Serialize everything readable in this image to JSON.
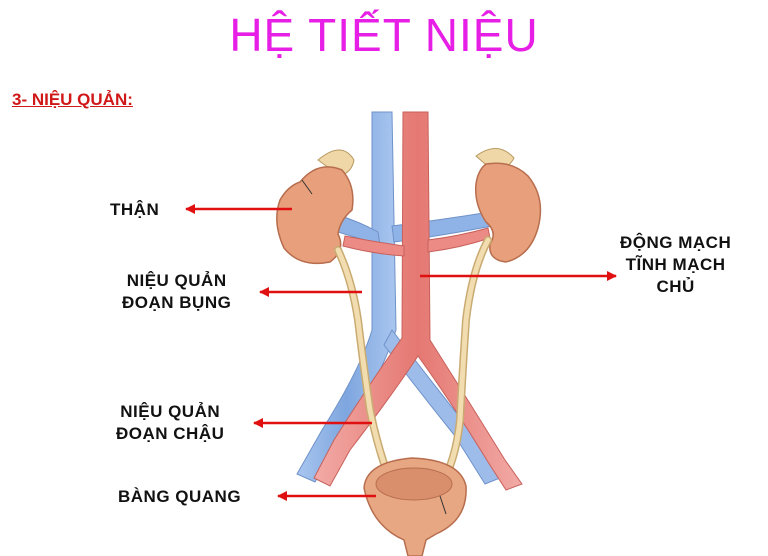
{
  "title": "HỆ TIẾT NIỆU",
  "section_heading": "3- NIỆU QUẢN:",
  "labels": {
    "kidney": "THẬN",
    "ureter_abdominal": [
      "NIỆU QUẢN",
      "ĐOẠN BỤNG"
    ],
    "ureter_pelvic": [
      "NIỆU QUẢN",
      "ĐOẠN CHẬU"
    ],
    "bladder": "BÀNG QUANG",
    "vessels": [
      "ĐỘNG MẠCH",
      "TĨNH MẠCH",
      "CHỦ"
    ]
  },
  "colors": {
    "title": "#e61ee6",
    "heading": "#d01818",
    "arrow": "#e01010",
    "kidney": "#e8a07c",
    "vein": "#8fb3e6",
    "artery": "#ec8a86",
    "ureter": "#f2ddb0",
    "bladder": "#e7a783"
  }
}
